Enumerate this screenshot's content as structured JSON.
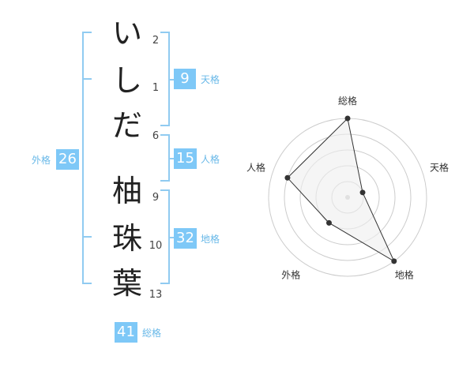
{
  "name": {
    "chars": [
      {
        "char": "い",
        "strokes": "2"
      },
      {
        "char": "し",
        "strokes": "1"
      },
      {
        "char": "だ",
        "strokes": "6"
      },
      {
        "char": "柚",
        "strokes": "9"
      },
      {
        "char": "珠",
        "strokes": "10"
      },
      {
        "char": "葉",
        "strokes": "13"
      }
    ]
  },
  "kakusu": {
    "tenkaku": {
      "value": "9",
      "label": "天格"
    },
    "jinkaku": {
      "value": "15",
      "label": "人格"
    },
    "chikaku": {
      "value": "32",
      "label": "地格"
    },
    "gaikaku": {
      "value": "26",
      "label": "外格"
    },
    "soukaku": {
      "value": "41",
      "label": "総格"
    }
  },
  "chart_data": {
    "type": "radar",
    "axes": [
      "総格",
      "天格",
      "地格",
      "外格",
      "人格"
    ],
    "values": [
      5,
      1,
      5,
      2,
      4
    ],
    "rmax": 5,
    "rings": 5,
    "colors": {
      "fill": "#eeeeee",
      "stroke": "#333333",
      "grid": "#cccccc",
      "point": "#333333"
    }
  }
}
